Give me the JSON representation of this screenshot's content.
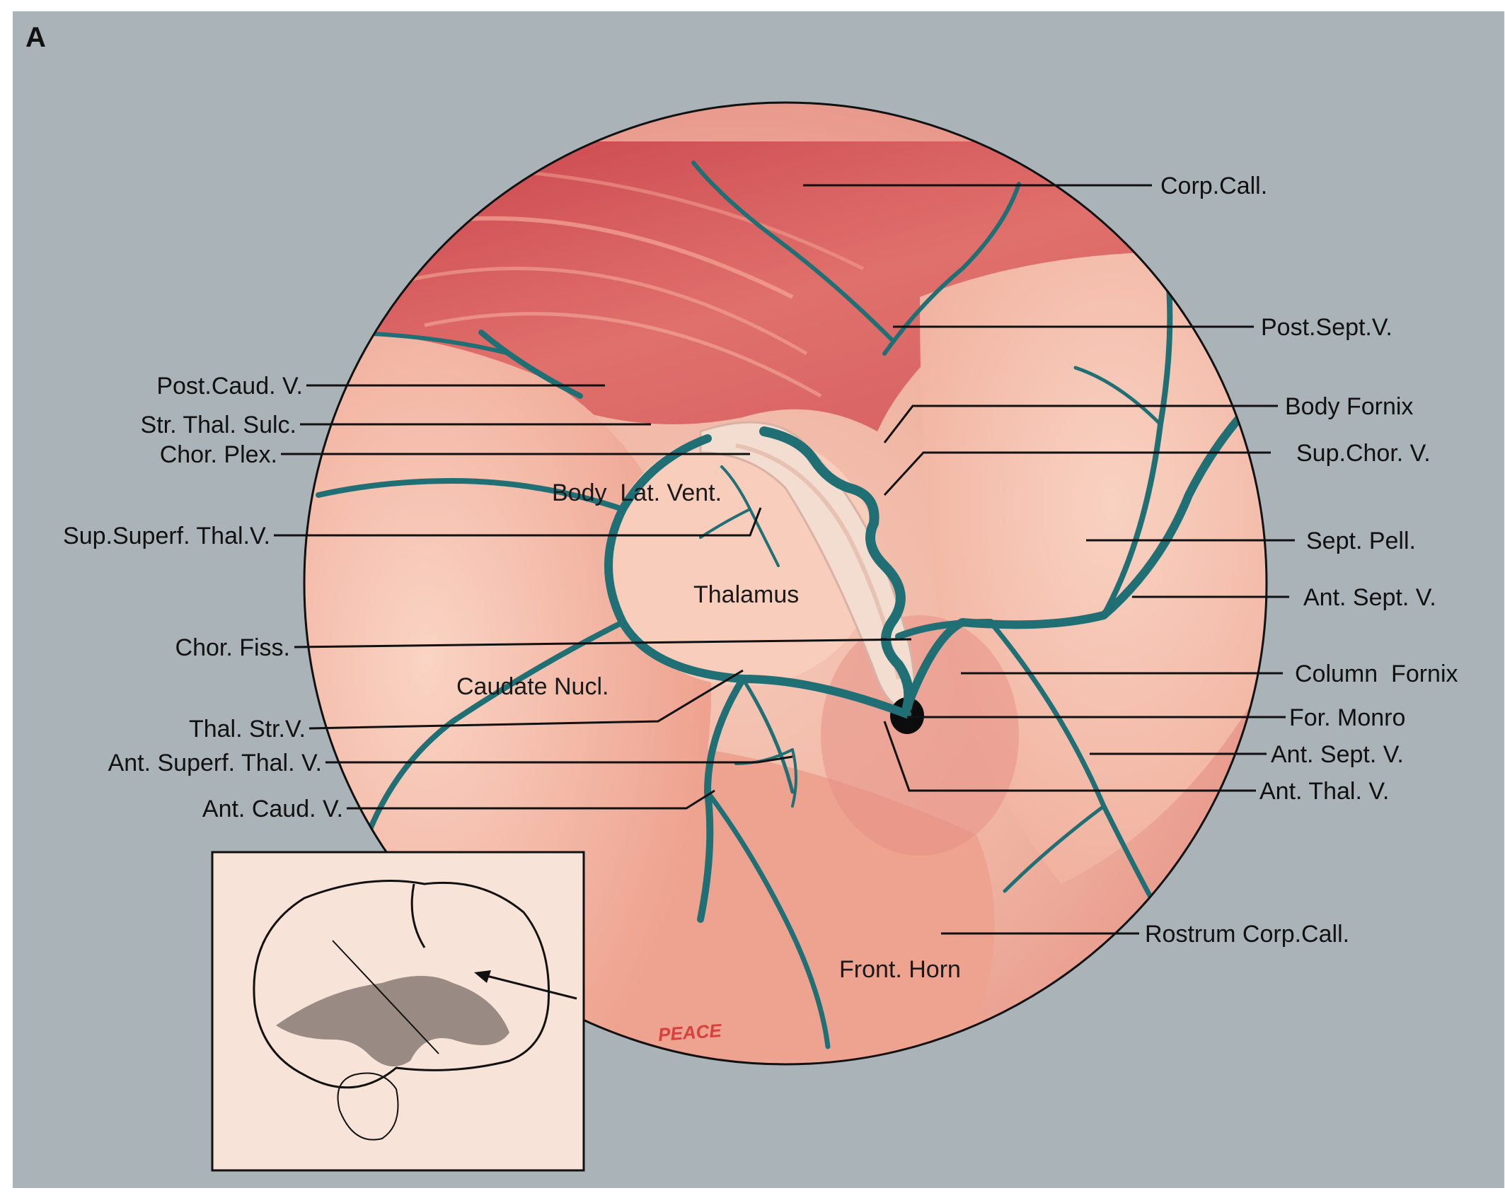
{
  "panel_letter": "A",
  "signature": "PEACE",
  "colors": {
    "background_gray": "#aab3b7",
    "tissue_pink": "#f0b8a6",
    "tissue_deep": "#d8605e",
    "vein_teal": "#1f6f75",
    "plexus_cream": "#f3ddd0",
    "inset_paper": "#f7e3d8"
  },
  "labels_right": {
    "corp_call": "Corp.Call.",
    "post_sept_v": "Post.Sept.V.",
    "body_fornix": "Body Fornix",
    "sup_chor_v": "Sup.Chor. V.",
    "sept_pell": "Sept. Pell.",
    "ant_sept_v": "Ant. Sept. V.",
    "column_fornix": "Column  Fornix",
    "for_monro": "For. Monro",
    "ant_sept_v_2": "Ant. Sept. V.",
    "ant_thal_v": "Ant. Thal. V.",
    "rostrum": "Rostrum Corp.Call."
  },
  "labels_left": {
    "post_caud_v": "Post.Caud. V.",
    "str_thal_sulc": "Str. Thal. Sulc.",
    "chor_plex": "Chor. Plex.",
    "sup_superf_thal_v": "Sup.Superf. Thal.V.",
    "chor_fiss": "Chor. Fiss.",
    "thal_str_v": "Thal. Str.V.",
    "ant_superf_thal_v": "Ant. Superf. Thal. V.",
    "ant_caud_v": "Ant. Caud. V."
  },
  "labels_inside": {
    "body_lat_vent": "Body  Lat. Vent.",
    "thalamus": "Thalamus",
    "caudate_nucl": "Caudate Nucl.",
    "front_horn": "Front. Horn"
  }
}
